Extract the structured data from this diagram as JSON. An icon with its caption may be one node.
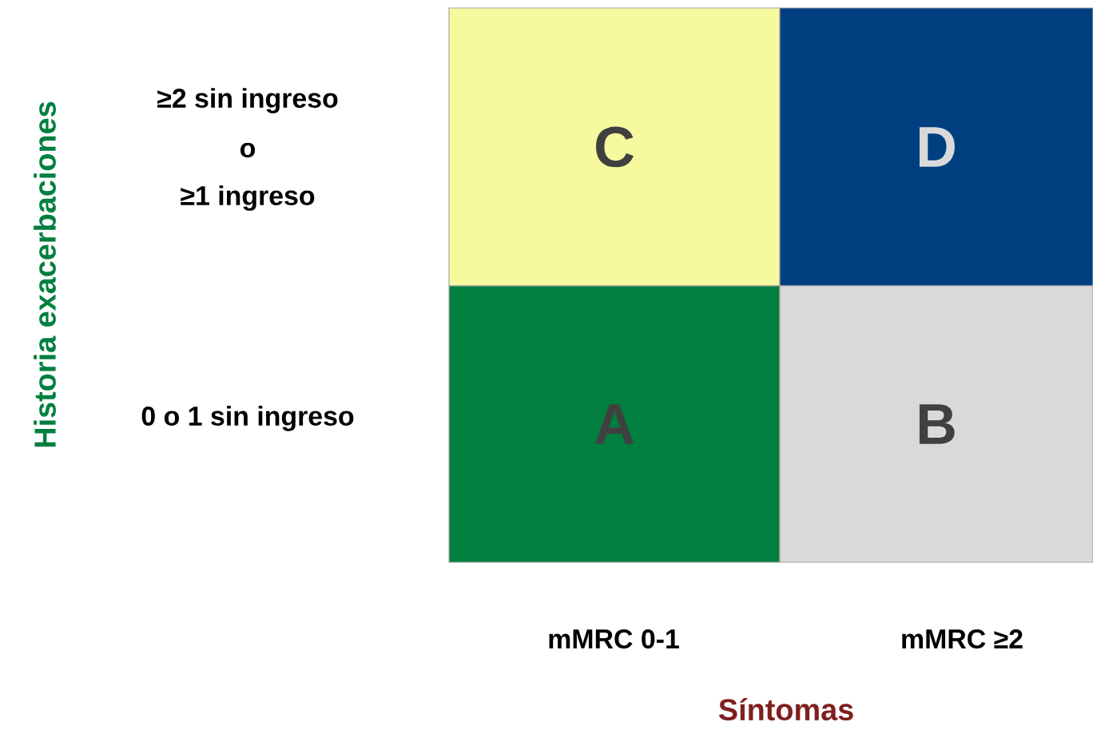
{
  "diagram": {
    "nodes": [
      {
        "text": [
          "C"
        ]
      },
      {
        "text": [
          "D"
        ]
      },
      {
        "text": [
          "A"
        ]
      },
      {
        "text": [
          "B"
        ]
      }
    ],
    "labels": [
      "Historia exacerbaciones",
      "≥2 sin ingreso",
      "o",
      "≥1 ingreso",
      "0 o 1 sin ingreso",
      "mMRC 0-1",
      "mMRC ≥2",
      "Síntomas"
    ]
  }
}
